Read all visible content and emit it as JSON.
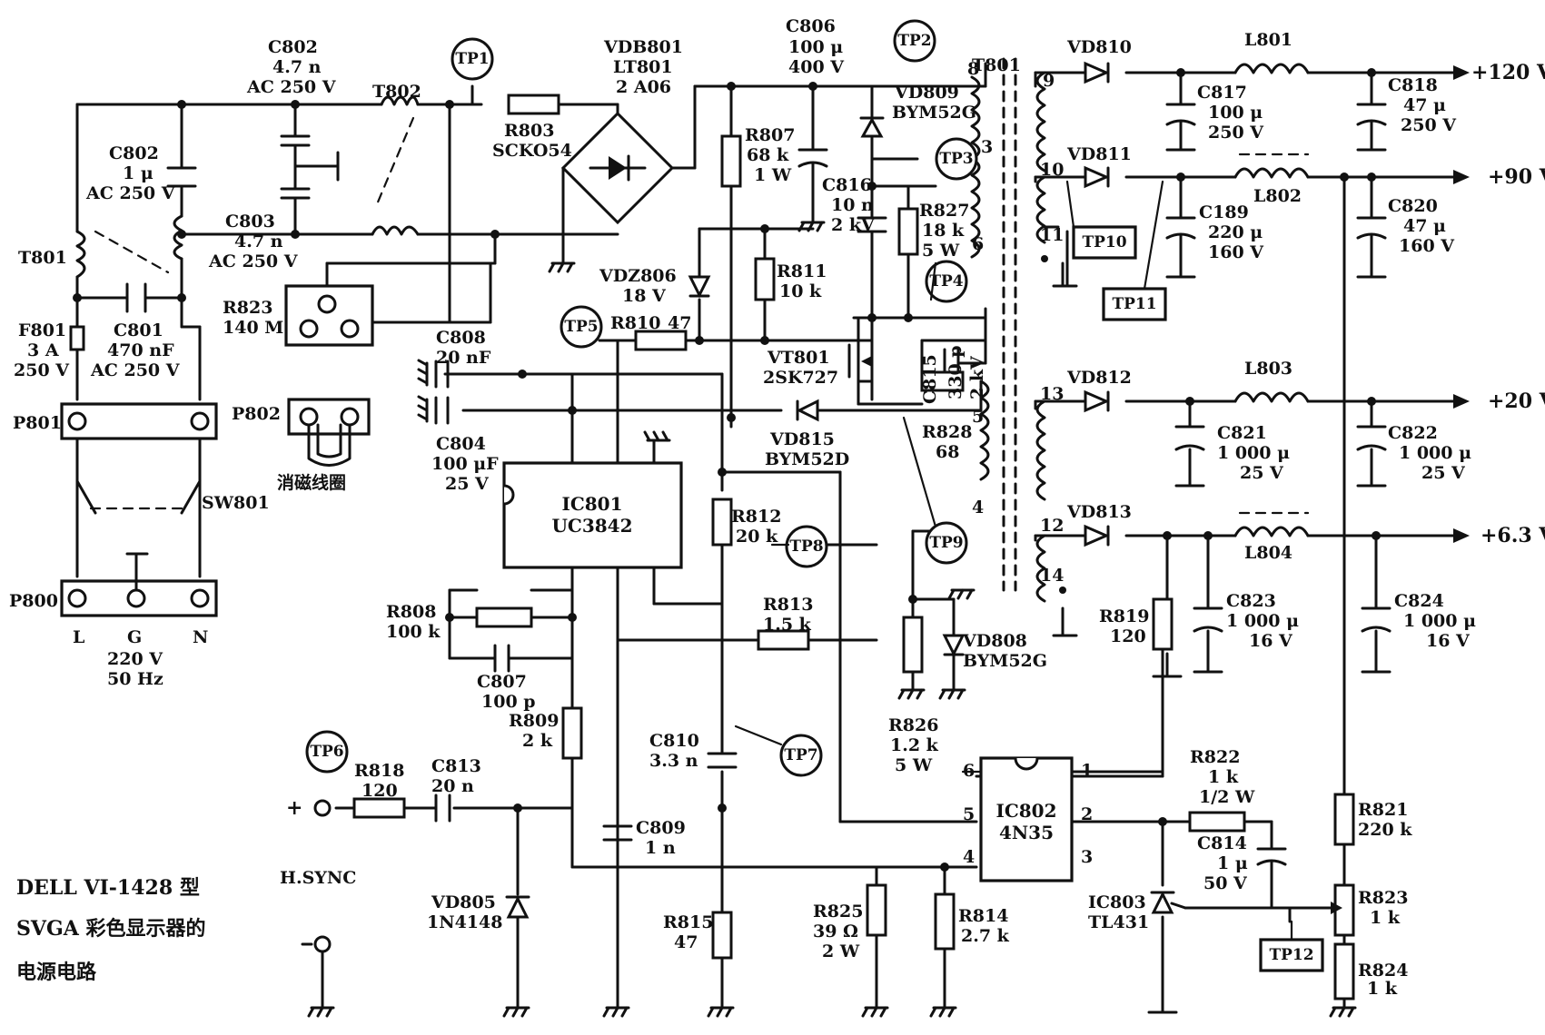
{
  "caption": {
    "line1": "DELL VI-1428 型",
    "line2": "SVGA 彩色显示器的",
    "line3": "电源电路"
  },
  "outputs": {
    "v120": "+120 V",
    "v90": "+90 V",
    "v20": "+20 V",
    "v63": "+6.3 V"
  },
  "input": {
    "connector": "P800",
    "pins": [
      "L",
      "G",
      "N"
    ],
    "mains": "220 V",
    "freq": "50 Hz",
    "switch": "SW801",
    "degauss_connector": "P802",
    "degauss_coil": "消磁线圈",
    "h_sync": "H.SYNC",
    "plus": "+",
    "minus": "-"
  },
  "test_points": [
    "TP1",
    "TP2",
    "TP3",
    "TP4",
    "TP5",
    "TP6",
    "TP7",
    "TP8",
    "TP9",
    "TP10",
    "TP11",
    "TP12"
  ],
  "transformer": {
    "name": "T801",
    "pins": [
      "8",
      "9",
      "10",
      "11",
      "3",
      "6",
      "13",
      "5",
      "4",
      "12",
      "14"
    ]
  },
  "ics": {
    "ic801": {
      "ref": "IC801",
      "part": "UC3842"
    },
    "ic802": {
      "ref": "IC802",
      "part": "4N35",
      "pins": [
        "6",
        "5",
        "4",
        "1",
        "2",
        "3"
      ]
    },
    "ic803": {
      "ref": "IC803",
      "part": "TL431"
    }
  },
  "components": {
    "c802a": {
      "ref": "C802",
      "v1": "4.7 n",
      "v2": "AC 250 V"
    },
    "c802b": {
      "ref": "C802",
      "v1": "1 μ",
      "v2": "AC 250 V"
    },
    "c803": {
      "ref": "C803",
      "v1": "4.7 n",
      "v2": "AC 250 V"
    },
    "t802": {
      "ref": "T802"
    },
    "t801in": {
      "ref": "T801"
    },
    "f801": {
      "ref": "F801",
      "v1": "3 A",
      "v2": "250 V"
    },
    "c801": {
      "ref": "C801",
      "v1": "470 nF",
      "v2": "AC 250 V"
    },
    "p801": {
      "ref": "P801"
    },
    "r823a": {
      "ref": "R823",
      "v1": "140 M"
    },
    "r803": {
      "ref": "R803",
      "v1": "SCKO54"
    },
    "vdb801": {
      "ref": "VDB801",
      "v1": "LT801",
      "v2": "2 A06"
    },
    "c806": {
      "ref": "C806",
      "v1": "100 μ",
      "v2": "400 V"
    },
    "r807": {
      "ref": "R807",
      "v1": "68 k",
      "v2": "1 W"
    },
    "vd809": {
      "ref": "VD809",
      "v1": "BYM52G"
    },
    "c816": {
      "ref": "C816",
      "v1": "10 n",
      "v2": "2 kV"
    },
    "r827": {
      "ref": "R827",
      "v1": "18 k",
      "v2": "5 W"
    },
    "vdz806": {
      "ref": "VDZ806",
      "v1": "18 V"
    },
    "r811": {
      "ref": "R811",
      "v1": "10 k"
    },
    "r810": {
      "ref": "R810",
      "v1": "47"
    },
    "vt801": {
      "ref": "VT801",
      "v1": "2SK727"
    },
    "c815": {
      "ref": "C815",
      "v1": "330 p",
      "v2": "2 kV"
    },
    "c808": {
      "ref": "C808",
      "v1": "20 nF"
    },
    "c804": {
      "ref": "C804",
      "v1": "100 μF",
      "v2": "25 V"
    },
    "vd815": {
      "ref": "VD815",
      "v1": "BYM52D"
    },
    "r828": {
      "ref": "R828",
      "v1": "68"
    },
    "r812": {
      "ref": "R812",
      "v1": "20 k"
    },
    "r808": {
      "ref": "R808",
      "v1": "100 k"
    },
    "r813": {
      "ref": "R813",
      "v1": "1.5 k"
    },
    "c807": {
      "ref": "C807",
      "v1": "100 p"
    },
    "r809": {
      "ref": "R809",
      "v1": "2 k"
    },
    "c810": {
      "ref": "C810",
      "v1": "3.3 n"
    },
    "r826": {
      "ref": "R826",
      "v1": "1.2 k",
      "v2": "5 W"
    },
    "vd808": {
      "ref": "VD808",
      "v1": "BYM52G"
    },
    "r818": {
      "ref": "R818",
      "v1": "120"
    },
    "c813": {
      "ref": "C813",
      "v1": "20 n"
    },
    "c809": {
      "ref": "C809",
      "v1": "1 n"
    },
    "vd805": {
      "ref": "VD805",
      "v1": "1N4148"
    },
    "r815": {
      "ref": "R815",
      "v1": "47"
    },
    "r825": {
      "ref": "R825",
      "v1": "39 Ω",
      "v2": "2 W"
    },
    "r814": {
      "ref": "R814",
      "v1": "2.7 k"
    },
    "vd810": {
      "ref": "VD810"
    },
    "l801": {
      "ref": "L801"
    },
    "c817": {
      "ref": "C817",
      "v1": "100 μ",
      "v2": "250 V"
    },
    "c818": {
      "ref": "C818",
      "v1": "47 μ",
      "v2": "250 V"
    },
    "vd811": {
      "ref": "VD811"
    },
    "l802": {
      "ref": "L802"
    },
    "c189": {
      "ref": "C189",
      "v1": "220 μ",
      "v2": "160 V"
    },
    "c820": {
      "ref": "C820",
      "v1": "47 μ",
      "v2": "160 V"
    },
    "vd812": {
      "ref": "VD812"
    },
    "l803": {
      "ref": "L803"
    },
    "c821": {
      "ref": "C821",
      "v1": "1 000 μ",
      "v2": "25 V"
    },
    "c822": {
      "ref": "C822",
      "v1": "1 000 μ",
      "v2": "25 V"
    },
    "vd813": {
      "ref": "VD813"
    },
    "l804": {
      "ref": "L804"
    },
    "r819": {
      "ref": "R819",
      "v1": "120"
    },
    "c823": {
      "ref": "C823",
      "v1": "1 000 μ",
      "v2": "16 V"
    },
    "c824": {
      "ref": "C824",
      "v1": "1 000 μ",
      "v2": "16 V"
    },
    "r822": {
      "ref": "R822",
      "v1": "1 k",
      "v2": "1/2 W"
    },
    "c814": {
      "ref": "C814",
      "v1": "1 μ",
      "v2": "50 V"
    },
    "r821": {
      "ref": "R821",
      "v1": "220 k"
    },
    "r823b": {
      "ref": "R823",
      "v1": "1 k"
    },
    "r824": {
      "ref": "R824",
      "v1": "1 k"
    }
  }
}
